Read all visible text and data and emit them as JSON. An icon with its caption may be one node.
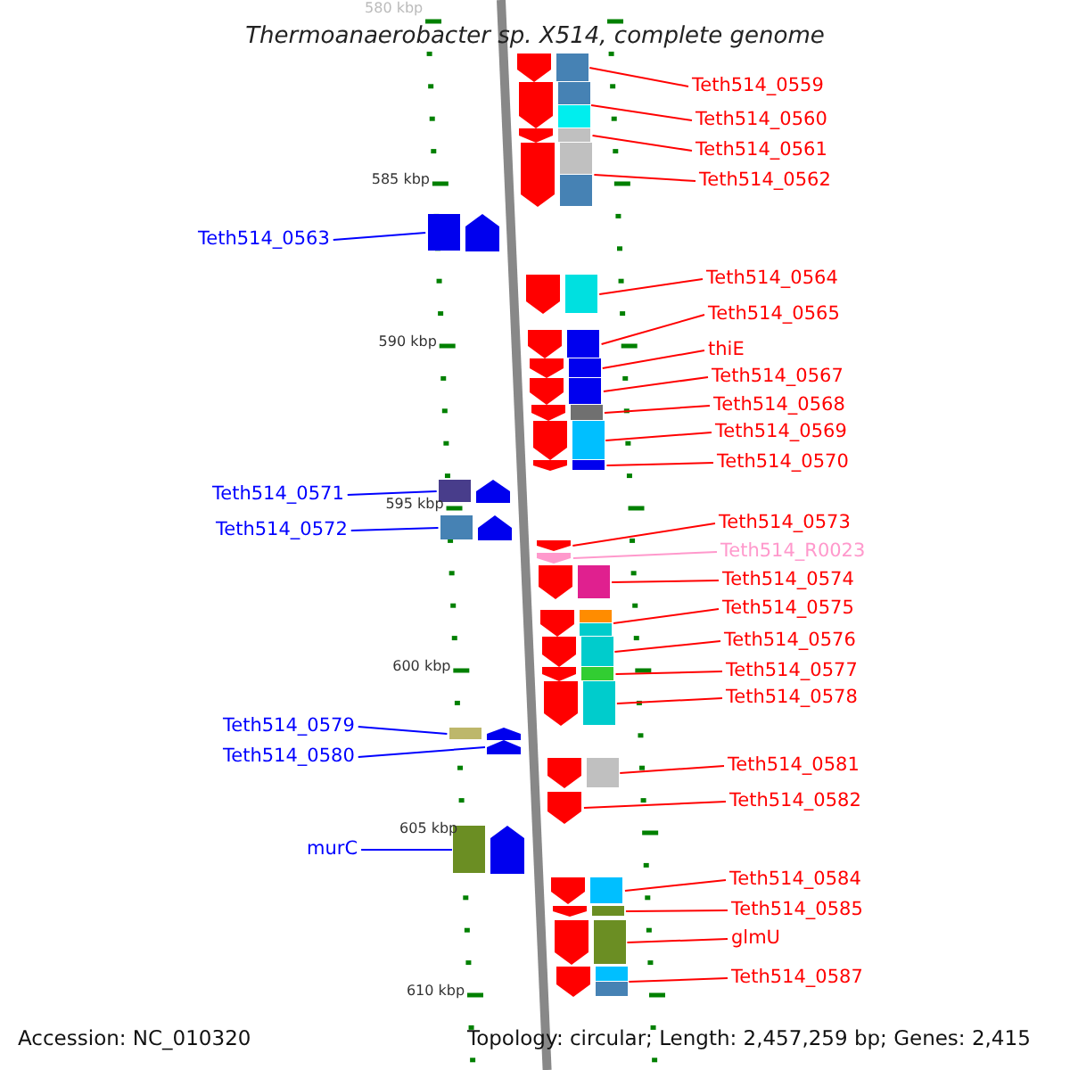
{
  "diagram": {
    "title": "Thermoanaerobacter sp. X514, complete genome",
    "nodes": [
      {
        "text": [
          "Teth514_0559"
        ]
      },
      {
        "text": [],
        "shape": "arrow"
      },
      {
        "text": [
          "Teth514_0560"
        ]
      },
      {
        "text": [],
        "shape": "arrow"
      },
      {
        "text": [
          "Teth514_0561"
        ]
      },
      {
        "text": [],
        "shape": "arrow"
      },
      {
        "text": [
          "Teth514_0562"
        ]
      },
      {
        "text": [],
        "shape": "arrow"
      },
      {
        "text": [
          "Teth514_0563"
        ]
      },
      {
        "text": [],
        "shape": "arrow"
      },
      {
        "text": [
          "Teth514_0564"
        ]
      },
      {
        "text": [],
        "shape": "arrow"
      },
      {
        "text": [
          "Teth514_0565"
        ]
      },
      {
        "text": [],
        "shape": "arrow"
      },
      {
        "text": [
          "thiE"
        ]
      },
      {
        "text": [],
        "shape": "arrow"
      },
      {
        "text": [
          "Teth514_0567"
        ]
      },
      {
        "text": [],
        "shape": "arrow"
      },
      {
        "text": [
          "Teth514_0568"
        ]
      },
      {
        "text": [],
        "shape": "arrow"
      },
      {
        "text": [
          "Teth514_0569"
        ]
      },
      {
        "text": [],
        "shape": "arrow"
      },
      {
        "text": [
          "Teth514_0570"
        ]
      },
      {
        "text": [],
        "shape": "arrow"
      },
      {
        "text": [
          "Teth514_0571"
        ]
      },
      {
        "text": [],
        "shape": "arrow"
      },
      {
        "text": [
          "Teth514_0572"
        ]
      },
      {
        "text": [],
        "shape": "arrow"
      },
      {
        "text": [
          "Teth514_0573"
        ]
      },
      {
        "text": [],
        "shape": "arrow"
      },
      {
        "text": [
          "Teth514_R0023"
        ]
      },
      {
        "text": [],
        "shape": "arrow"
      },
      {
        "text": [
          "Teth514_0574"
        ]
      },
      {
        "text": [],
        "shape": "arrow"
      },
      {
        "text": [
          "Teth514_0575"
        ]
      },
      {
        "text": [],
        "shape": "arrow"
      },
      {
        "text": [
          "Teth514_0576"
        ]
      },
      {
        "text": [],
        "shape": "arrow"
      },
      {
        "text": [
          "Teth514_0577"
        ]
      },
      {
        "text": [],
        "shape": "arrow"
      },
      {
        "text": [
          "Teth514_0578"
        ]
      },
      {
        "text": [],
        "shape": "arrow"
      },
      {
        "text": [
          "Teth514_0579"
        ]
      },
      {
        "text": [],
        "shape": "arrow"
      },
      {
        "text": [
          "Teth514_0580"
        ]
      },
      {
        "text": [],
        "shape": "arrow"
      },
      {
        "text": [
          "Teth514_0581"
        ]
      },
      {
        "text": [],
        "shape": "arrow"
      },
      {
        "text": [
          "Teth514_0582"
        ]
      },
      {
        "text": [],
        "shape": "arrow"
      },
      {
        "text": [
          "murC"
        ]
      },
      {
        "text": [],
        "shape": "arrow"
      },
      {
        "text": [
          "Teth514_0584"
        ]
      },
      {
        "text": [],
        "shape": "arrow"
      },
      {
        "text": [
          "Teth514_0585"
        ]
      },
      {
        "text": [],
        "shape": "arrow"
      },
      {
        "text": [
          "glmU"
        ]
      },
      {
        "text": [],
        "shape": "arrow"
      },
      {
        "text": [
          "Teth514_0587"
        ]
      },
      {
        "text": [],
        "shape": "arrow"
      }
    ],
    "edges": [
      {
        "from": 0,
        "to": 1,
        "arrow": "none"
      },
      {
        "from": 2,
        "to": 3,
        "arrow": "none"
      },
      {
        "from": 4,
        "to": 5,
        "arrow": "none"
      },
      {
        "from": 6,
        "to": 7,
        "arrow": "none"
      },
      {
        "from": 8,
        "to": 9,
        "arrow": "none",
        "color": "#0000ff"
      },
      {
        "from": 10,
        "to": 11,
        "arrow": "none"
      },
      {
        "from": 12,
        "to": 13,
        "arrow": "none"
      },
      {
        "from": 14,
        "to": 15,
        "arrow": "none"
      },
      {
        "from": 16,
        "to": 17,
        "arrow": "none"
      },
      {
        "from": 18,
        "to": 19,
        "arrow": "none"
      },
      {
        "from": 20,
        "to": 21,
        "arrow": "none"
      },
      {
        "from": 22,
        "to": 23,
        "arrow": "none"
      },
      {
        "from": 24,
        "to": 25,
        "arrow": "none",
        "color": "#0000ff"
      },
      {
        "from": 26,
        "to": 27,
        "arrow": "none",
        "color": "#0000ff"
      },
      {
        "from": 28,
        "to": 29,
        "arrow": "none"
      },
      {
        "from": 30,
        "to": 31,
        "arrow": "none",
        "color": "#ff99cc"
      },
      {
        "from": 32,
        "to": 33,
        "arrow": "none"
      },
      {
        "from": 34,
        "to": 35,
        "arrow": "none"
      },
      {
        "from": 36,
        "to": 37,
        "arrow": "none"
      },
      {
        "from": 38,
        "to": 39,
        "arrow": "none"
      },
      {
        "from": 40,
        "to": 41,
        "arrow": "none"
      },
      {
        "from": 42,
        "to": 43,
        "arrow": "none",
        "color": "#0000ff"
      },
      {
        "from": 44,
        "to": 45,
        "arrow": "none",
        "color": "#0000ff"
      },
      {
        "from": 46,
        "to": 47,
        "arrow": "none"
      },
      {
        "from": 48,
        "to": 49,
        "arrow": "none"
      },
      {
        "from": 50,
        "to": 51,
        "arrow": "none",
        "color": "#0000ff"
      },
      {
        "from": 52,
        "to": 53,
        "arrow": "none"
      },
      {
        "from": 54,
        "to": 55,
        "arrow": "none"
      },
      {
        "from": 56,
        "to": 57,
        "arrow": "none"
      },
      {
        "from": 58,
        "to": 59,
        "arrow": "none"
      }
    ],
    "labels": [
      "580 kbp",
      "585 kbp",
      "590 kbp",
      "595 kbp",
      "600 kbp",
      "605 kbp",
      "610 kbp",
      "Accession: NC_010320",
      "Topology: circular; Length: 2,457,259 bp; Genes: 2,415"
    ]
  }
}
